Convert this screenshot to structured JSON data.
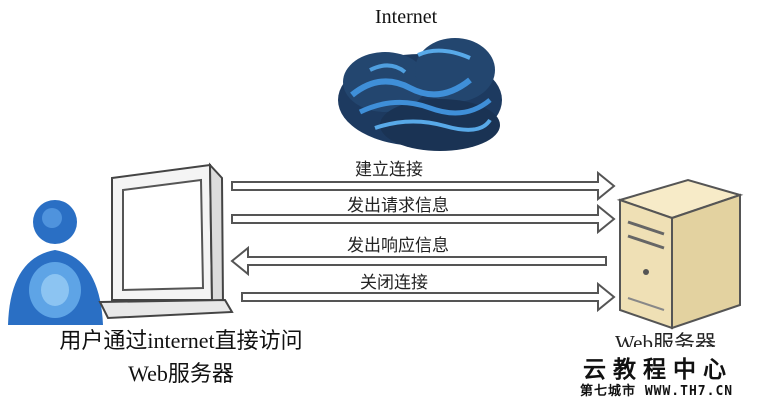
{
  "cloud": {
    "label": "Internet"
  },
  "messages": [
    {
      "label": "建立连接",
      "direction": "right"
    },
    {
      "label": "发出请求信息",
      "direction": "right"
    },
    {
      "label": "发出响应信息",
      "direction": "left"
    },
    {
      "label": "关闭连接",
      "direction": "right"
    }
  ],
  "client": {
    "caption_line1": "用户通过internet直接访问",
    "caption_line2": "Web服务器"
  },
  "server": {
    "caption": "Web服务器"
  },
  "brand": {
    "line1": "云教程中心",
    "line2": "第七城市    WWW.TH7.CN"
  },
  "colors": {
    "arrow_stroke": "#555555",
    "user_blue": "#2a6fc4",
    "cloud_dark": "#1d3a60",
    "cloud_light": "#3f8fd8"
  }
}
